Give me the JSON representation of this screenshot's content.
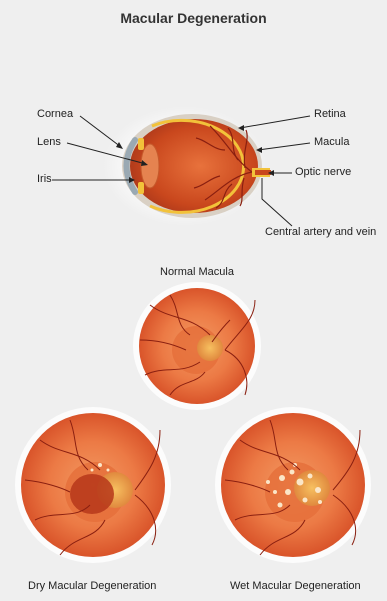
{
  "title": "Macular Degeneration",
  "eye_labels": {
    "cornea": "Cornea",
    "lens": "Lens",
    "iris": "Iris",
    "retina": "Retina",
    "macula": "Macula",
    "optic_nerve": "Optic nerve",
    "central_artery_vein": "Central artery and vein"
  },
  "fundus_labels": {
    "normal": "Normal Macula",
    "dry": "Dry Macular Degeneration",
    "wet": "Wet Macular Degeneration"
  },
  "colors": {
    "background": "#efefef",
    "fundus_outer": "#e25a2e",
    "fundus_inner": "#f08a54",
    "vessel": "#8a1f10",
    "macula_spot": "#f4b24a",
    "drusen": "#fbe6c8",
    "hemorrhage": "#b6371a"
  }
}
